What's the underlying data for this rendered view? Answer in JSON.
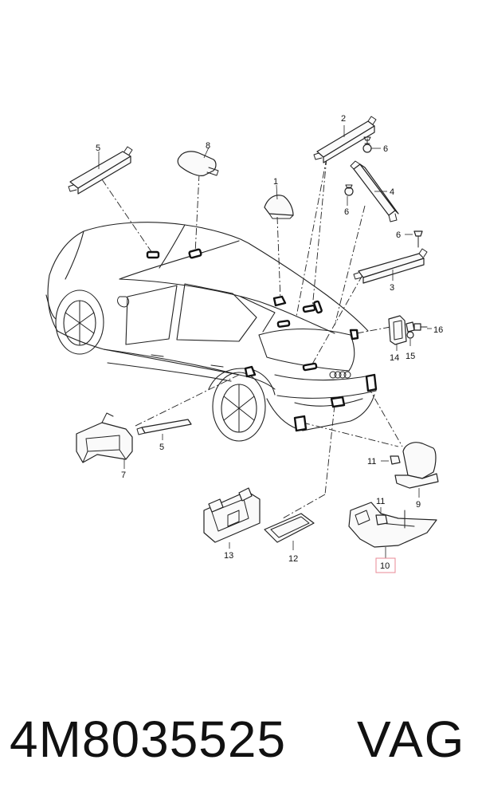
{
  "callouts": {
    "c1": "1",
    "c2": "2",
    "c3": "3",
    "c4": "4",
    "c5a": "5",
    "c5b": "5",
    "c6a": "6",
    "c6b": "6",
    "c6c": "6",
    "c7": "7",
    "c8": "8",
    "c9": "9",
    "c10": "10",
    "c11a": "11",
    "c11b": "11",
    "c12": "12",
    "c13": "13",
    "c14": "14",
    "c15": "15",
    "c16": "16"
  },
  "highlight": {
    "callout": "10",
    "color": "#e88a95"
  },
  "footer": {
    "part_number": "4M8035525",
    "brand": "VAG"
  }
}
